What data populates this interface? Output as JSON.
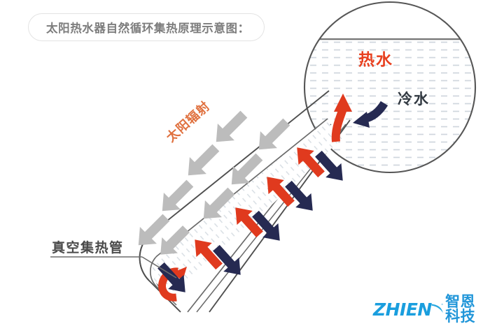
{
  "title": {
    "text": "太阳热水器自然循环集热原理示意图："
  },
  "labels": {
    "hot_water": "热水",
    "cold_water": "冷水",
    "solar_radiation": "太阳辐射",
    "vacuum_tube": "真空集热管"
  },
  "logo": {
    "latin": "ZHIEN",
    "chinese": "智恩科技"
  },
  "colors": {
    "hot_arrow": "#e03a1e",
    "cold_arrow": "#262a52",
    "solar_arrow": "#b9b9b9",
    "hot_text": "#e8401f",
    "cold_text": "#333a42",
    "solar_text": "#e0713f",
    "tube_text": "#4a4a4a",
    "title_text": "#7d7d7d",
    "outline": "#555555",
    "hatch": "#cfd6dd",
    "logo_blue": "#1a9ede",
    "pill_border": "#e3e3e3"
  },
  "diagram": {
    "tank_shape": "circle",
    "tube_shape": "diagonal-double-wall-tube",
    "hot_arrow_count": 5,
    "cold_arrow_count": 5,
    "solar_arrow_count": 8,
    "return_arrow": "curved-u-turn"
  }
}
